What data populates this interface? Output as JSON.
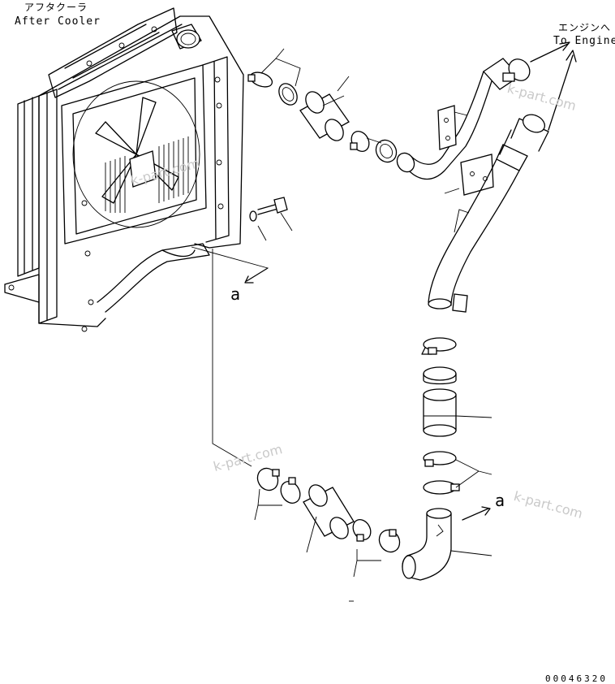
{
  "labels": {
    "after_cooler_jp": "アフタクーラ",
    "after_cooler_en": "After Cooler",
    "to_engine_jp": "エンジンへ",
    "to_engine_en": "To Engine",
    "section_a_left": "a",
    "section_a_right": "a",
    "drawing_number": "00046320"
  },
  "watermarks": [
    "k-part.com",
    "k-part.com",
    "k-part.com",
    "k-part.com"
  ]
}
